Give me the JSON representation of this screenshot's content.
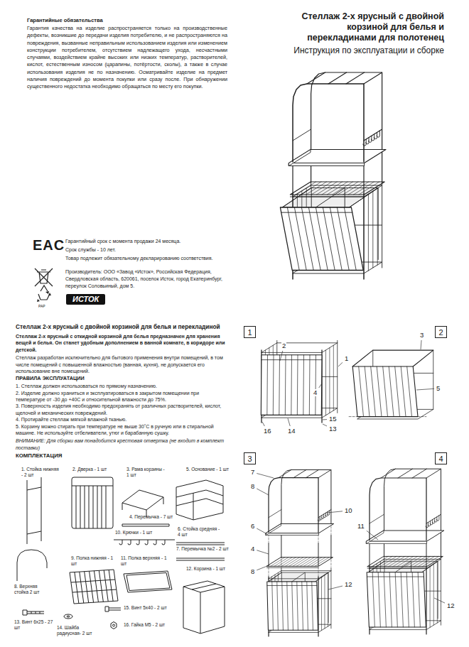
{
  "diagram": {
    "title": "Стеллаж 2-х ярусный с двойной корзиной для белья и перекладинами для полотенец",
    "nodes": [
      {
        "text": [
          "1"
        ]
      },
      {
        "text": [
          "2"
        ]
      },
      {
        "text": [
          "3"
        ]
      },
      {
        "text": [
          "4"
        ]
      }
    ],
    "labels": [
      "Инструкция по эксплуатации и сборке",
      "Гарантийные обязательства",
      "Гарантия качества на изделие распространяется только на производственные дефекты, возникшие до передачи изделия потребителю, и не распространяются на повреждения, вызванные неправильным использованием изделия или изменением конструкции потребителем, отсутствием надлежащего ухода, несчастными случаями, воздействием крайне высоких или низких температур, растворителей, кислот, естественным износом (царапины, потёртости, сколы), а также в случае использования изделия не по назначению. Осматривайте изделие на предмет наличия повреждений до момента покупки или сразу после. При обнаружении существенного недостатка необходимо обращаться по месту его покупки.",
      "Гарантийный срок с момента продажи 24 месяца.",
      "Срок службы - 10 лет.",
      "Товар подлежит обязательному декларированию соответствия.",
      "Производитель: ООО «Завод «Исток», Российская Федерация, Свердловская область, 620061, поселок Исток, город Екатеринбург, переулок Соловьиный, дом 5.",
      "EAC",
      "PAP",
      "ИСТОК",
      "Стеллаж 2-х ярусный с двойной корзиной для белья и перекладиной",
      "Стеллаж 2-х ярусный с откидной корзиной для белья предназначен для хранения вещей и белья. Он станет удобным дополнением в ванной комнате, в коридоре или детской.",
      "Стеллаж разработан исключительно для бытового применения внутри помещений, в том числе помещений с повышенной влажностью (ванная, кухня), не допускается его использование вне помещений.",
      "ПРАВИЛА ЭКСПЛУАТАЦИИ",
      "1. Стеллаж должен использоваться по прямому назначению.",
      "2. Изделие должно храниться и эксплуатироваться в закрытом помещении при температуре от -30 до +40С и относительной влажности до 75%.",
      "3. Поверхность изделия необходимо предохранять от различных растворителей, кислот, щелочей и механических повреждений.",
      "4. Протирайте стеллаж мягкой влажной тканью.",
      "5. Корзину можно стирать при температуре не выше 30˚С в ручную или в стиральной машине. Не используйте отбеливатели, утюг и барабанную сушку.",
      "ВНИМАНИЕ: Для сборки вам понадобится крестовая отвертка (не входит в комплект поставки)",
      "КОМПЛЕКТАЦИЯ",
      "1. Стойка нижняя - 2 шт",
      "2. Дверка - 1 шт",
      "3. Рама корзины - 1 шт",
      "5. Основание - 1 шт",
      "4. Перемычка - 7 шт",
      "10. Крючки - 1 шт",
      "6. Стойка средняя - 4 шт",
      "7. Перемычка №2 - 2 шт",
      "8. Верхняя стойка 2 шт",
      "9. Полка нижняя - 1 шт",
      "11. Полка верхняя - 1 шт",
      "12. Корзина - 1 шт",
      "13. Винт 6х25 - 27 шт",
      "14. Шайба радиусная- 2 шт",
      "15. Винт 5х40 - 2 шт",
      "16. Гайка М5 - 2 шт",
      "1",
      "2",
      "4",
      "16",
      "14",
      "15",
      "13",
      "3",
      "5",
      "7",
      "8",
      "6",
      "4",
      "10",
      "12",
      "8",
      "11",
      "12"
    ]
  }
}
